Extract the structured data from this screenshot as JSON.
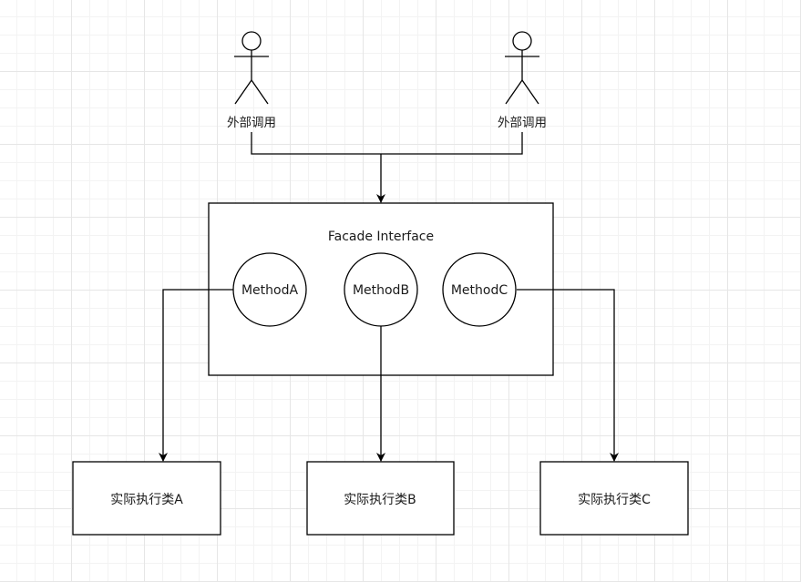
{
  "actors": [
    {
      "label": "外部调用"
    },
    {
      "label": "外部调用"
    }
  ],
  "facade": {
    "title": "Facade Interface"
  },
  "methods": [
    {
      "label": "MethodA"
    },
    {
      "label": "MethodB"
    },
    {
      "label": "MethodC"
    }
  ],
  "classes": [
    {
      "label": "实际执行类A"
    },
    {
      "label": "实际执行类B"
    },
    {
      "label": "实际执行类C"
    }
  ],
  "colors": {
    "stroke": "#000000",
    "text": "#1a1a1a",
    "fill": "#ffffff"
  }
}
